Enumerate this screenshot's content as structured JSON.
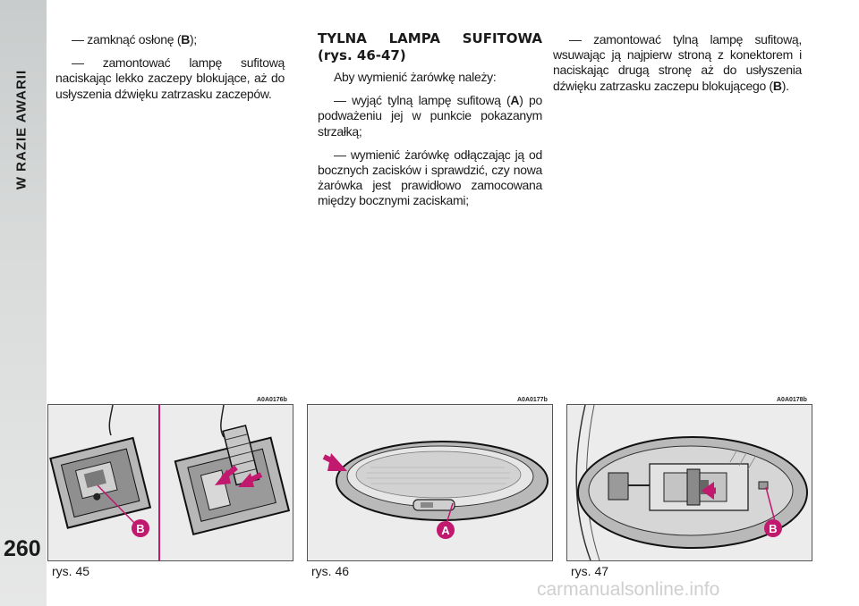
{
  "section_title": "W RAZIE AWARII",
  "page_number": "260",
  "column1": {
    "p1_pre": "— zamknąć osłonę (",
    "p1_bold": "B",
    "p1_post": ");",
    "p2": "— zamontować lampę sufitową naciskając lekko zaczepy blokujące, aż do usłyszenia dźwięku zatrzasku zaczepów."
  },
  "column2": {
    "heading": "TYLNA LAMPA SUFITOWA (rys. 46-47)",
    "p1": "Aby wymienić żarówkę należy:",
    "p2_pre": "— wyjąć tylną lampę sufitową (",
    "p2_bold": "A",
    "p2_post": ") po podważeniu jej w punkcie pokazanym strzałką;",
    "p3": "— wymienić żarówkę odłączając ją od bocznych zacisków i sprawdzić, czy nowa żarówka jest prawidłowo zamocowana między bocznymi zaciskami;"
  },
  "column3": {
    "p1_pre": "— zamontować tylną lampę sufitową, wsuwając ją najpierw stroną z konektorem i naciskając drugą stronę aż do usłyszenia dźwięku zatrzasku zaczepu blokującego (",
    "p1_bold": "B",
    "p1_post": ")."
  },
  "figures": [
    {
      "code": "A0A0176b",
      "caption": "rys. 45",
      "label": "B"
    },
    {
      "code": "A0A0177b",
      "caption": "rys. 46",
      "label": "A"
    },
    {
      "code": "A0A0178b",
      "caption": "rys. 47",
      "label": "B"
    }
  ],
  "colors": {
    "accent": "#c0196e",
    "sidebar": "#d6d8d8",
    "figure_bg": "#ececec"
  },
  "watermark": "carmanualsonline.info"
}
